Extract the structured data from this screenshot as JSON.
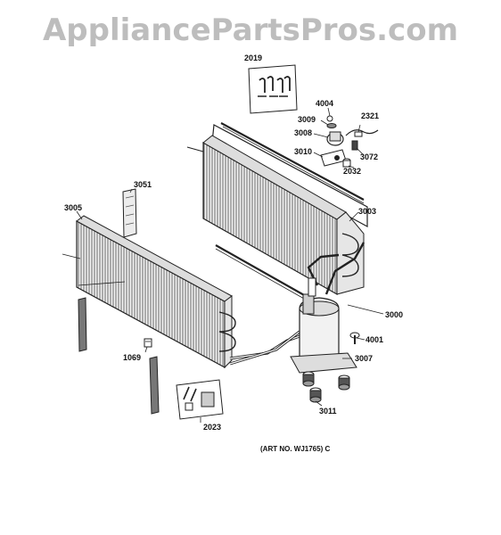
{
  "watermark": "AppliancePartsPros.com",
  "art_number": "(ART NO. WJ1765) C",
  "labels": {
    "p2019": "2019",
    "p4004": "4004",
    "p3009": "3009",
    "p2321": "2321",
    "p3008": "3008",
    "p3010": "3010",
    "p3072": "3072",
    "p2032": "2032",
    "p3051": "3051",
    "p3005": "3005",
    "p3003": "3003",
    "p3000": "3000",
    "p4001": "4001",
    "p1069": "1069",
    "p3007": "3007",
    "p3011": "3011",
    "p2023": "2023"
  }
}
